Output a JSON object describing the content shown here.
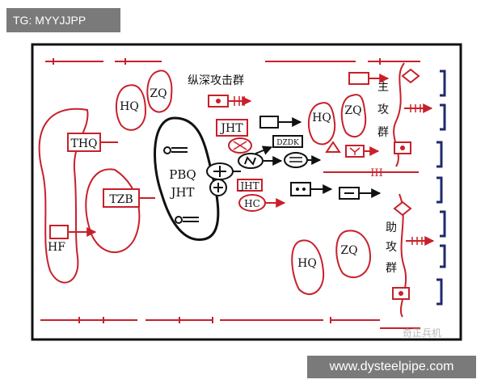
{
  "tag_label": "TG: MYYJJPP",
  "site_label": "www.dysteelpipe.com",
  "watermark": "奇正兵机",
  "labels": {
    "column_title": "纵深攻击群",
    "main_attack_group": "主攻群",
    "support_attack_group": "助攻群",
    "hq_1": "HQ",
    "zq_1": "ZQ",
    "thq": "THQ",
    "tzb": "TZB",
    "hf": "HF",
    "pbq": "PBQ",
    "jht_center": "JHT",
    "jht_top": "JHT",
    "jht_lower": "JHT",
    "hc": "HC",
    "dzdk": "DZDK",
    "hq_2": "HQ",
    "zq_2": "ZQ",
    "hq_3": "HQ",
    "zq_3": "ZQ",
    "tick_mark": "III"
  },
  "colors": {
    "red": "#c8202a",
    "black": "#111111",
    "blue": "#1f2a6b",
    "frame": "#111111"
  }
}
